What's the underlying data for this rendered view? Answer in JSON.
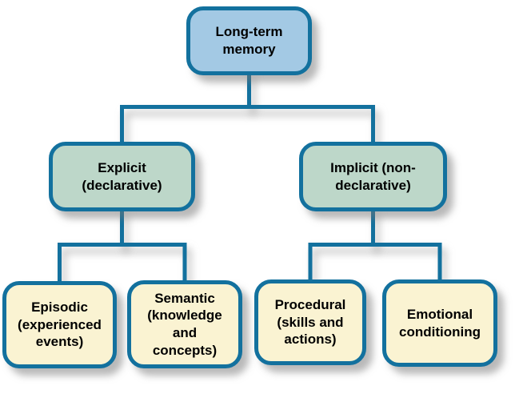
{
  "colors": {
    "root_fill": "#a3c9e4",
    "branch_fill": "#bdd7c9",
    "leaf_fill": "#faf3d2",
    "line": "#13719e",
    "text": "#000000",
    "background": "#ffffff"
  },
  "tree": {
    "root": {
      "label": "Long-term memory"
    },
    "branches": [
      {
        "label": "Explicit (declarative)",
        "parent": "Long-term memory"
      },
      {
        "label": "Implicit (non-declarative)",
        "parent": "Long-term memory"
      }
    ],
    "leaves": [
      {
        "label": "Episodic (experienced events)",
        "parent": "Explicit (declarative)"
      },
      {
        "label": "Semantic (knowledge and concepts)",
        "parent": "Explicit (declarative)"
      },
      {
        "label": "Procedural (skills and actions)",
        "parent": "Implicit (non-declarative)"
      },
      {
        "label": "Emotional conditioning",
        "parent": "Implicit (non-declarative)"
      }
    ]
  }
}
